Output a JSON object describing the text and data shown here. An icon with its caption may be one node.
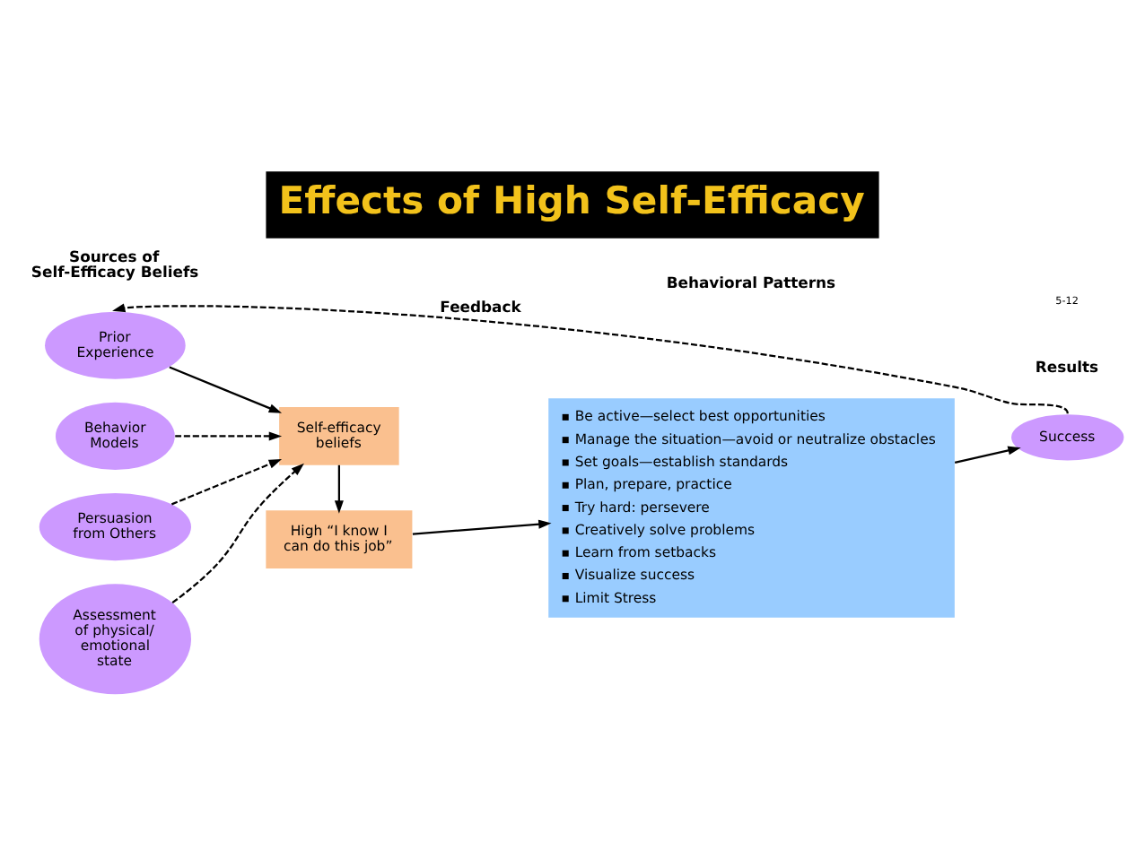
{
  "diagram": {
    "title": "Effects of High Self-Efficacy",
    "nodes": [
      {
        "text": [
          "Prior Experience"
        ]
      },
      {
        "text": [
          "Behavior Models"
        ]
      },
      {
        "text": [
          "Persuasion from Others"
        ]
      },
      {
        "text": [
          "Assessment of physical/ emotional state"
        ]
      },
      {
        "text": [
          "High “I know I can do this job”"
        ]
      },
      {
        "text": [
          "Self-efficacy beliefs"
        ]
      },
      {
        "text": [
          "Be active—select best opportunities",
          "Manage the situation—avoid or neutralize obstacles",
          "Set goals—establish standards",
          "Plan, prepare, practice",
          "Try hard: persevere",
          "Creatively solve problems",
          "Learn from setbacks",
          "Visualize success",
          "Limit Stress"
        ]
      },
      {
        "text": [
          "Success"
        ]
      }
    ],
    "edges": [
      {
        "from": 0,
        "to": 5,
        "arrow": "to"
      },
      {
        "from": 1,
        "to": 5,
        "arrow": "to",
        "style": "dashed"
      },
      {
        "from": 2,
        "to": 5,
        "arrow": "to",
        "style": "dashed"
      },
      {
        "from": 3,
        "to": 5,
        "arrow": "to",
        "style": "dashed"
      },
      {
        "from": 5,
        "to": 4,
        "arrow": "to"
      },
      {
        "from": 4,
        "to": 6,
        "arrow": "to"
      },
      {
        "from": 6,
        "to": 7,
        "arrow": "to"
      },
      {
        "from": 7,
        "to": 0,
        "arrow": "to",
        "style": "dashed",
        "label": "Feedback"
      }
    ],
    "labels": [
      "Sources of Self-Efficacy Beliefs",
      "Behavioral Patterns",
      "Results",
      "5-12"
    ]
  }
}
